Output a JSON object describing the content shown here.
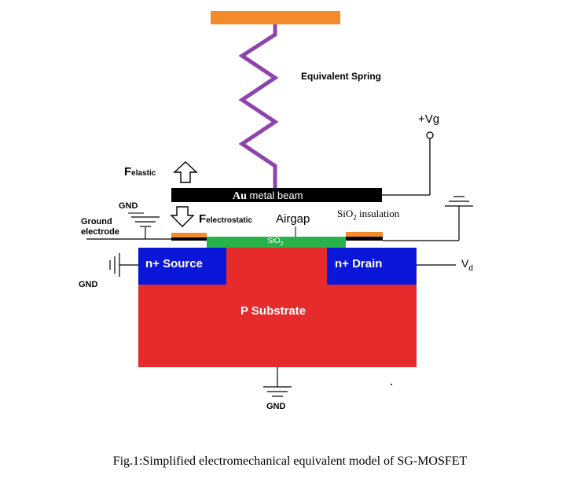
{
  "figure": {
    "caption": "Fig.1:Simplified electromechanical equivalent model of SG-MOSFET"
  },
  "labels": {
    "spring": "Equivalent Spring",
    "vg": "+Vg",
    "f_elastic_main": "F",
    "f_elastic_sub": "elastic",
    "f_electro_main": "F",
    "f_electro_sub": "electrostatic",
    "beam_bold": "Au",
    "beam_rest": " metal beam",
    "airgap": "Airgap",
    "insulation_pre": "SiO",
    "insulation_sub": "2",
    "insulation_post": " insulation",
    "oxide_pre": "SiO",
    "oxide_sub": "2",
    "gnd_top": "GND",
    "ground_electrode_line1": "Ground",
    "ground_electrode_line2": "electrode",
    "source": "n+ Source",
    "drain": "n+ Drain",
    "vd_main": "V",
    "vd_sub": "d",
    "gnd_left": "GND",
    "substrate": "P Substrate",
    "gnd_bottom": "GND"
  },
  "colors": {
    "anchor": "#f58a2a",
    "spring": "#8e44ad",
    "beam": "#000000",
    "substrate": "#e52b2b",
    "source_drain": "#0a16d8",
    "oxide": "#27b24a",
    "electrode": "#f58a2a",
    "text_light": "#ffffff"
  }
}
